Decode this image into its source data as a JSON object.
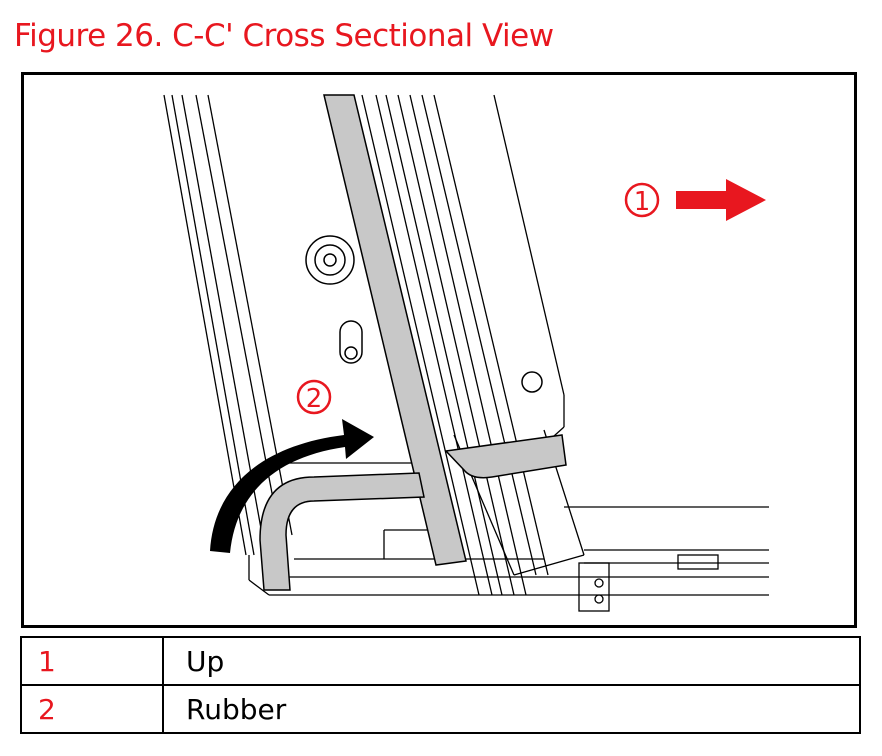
{
  "figure": {
    "title": "Figure 26. C-C' Cross Sectional View",
    "callouts": [
      {
        "number": "1",
        "arrow": "straight-right-arrow"
      },
      {
        "number": "2",
        "arrow": "curved-arrow"
      }
    ],
    "accent_color": "#e8171f"
  },
  "legend": {
    "rows": [
      {
        "number": "1",
        "label": "Up"
      },
      {
        "number": "2",
        "label": "Rubber"
      }
    ]
  }
}
